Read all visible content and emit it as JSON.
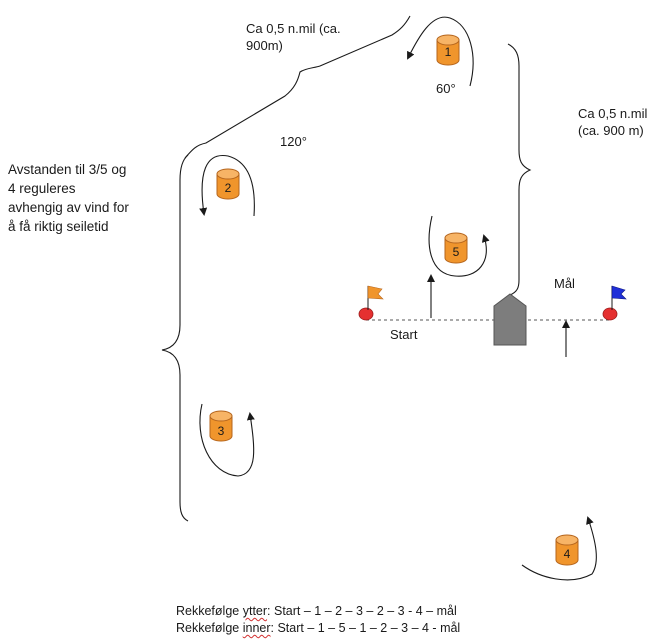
{
  "distances": {
    "leg_1_line1": "Ca 0,5 n.mil (ca.",
    "leg_1_line2": "900m)",
    "leg_1_underlined": "n.mil",
    "leg_right_line1": "Ca 0,5 n.mil",
    "leg_right_line2": "(ca. 900 m)"
  },
  "angles": {
    "mark_1": "60°",
    "mark_2": "120°"
  },
  "note": {
    "line1": "Avstanden til 3/5 og",
    "line2": "4 reguleres",
    "line3": "avhengig av vind for",
    "line4": "å få riktig seiletid"
  },
  "marks": [
    {
      "number": "1"
    },
    {
      "number": "2"
    },
    {
      "number": "3"
    },
    {
      "number": "4"
    },
    {
      "number": "5"
    }
  ],
  "line_labels": {
    "start": "Start",
    "finish": "Mål"
  },
  "sequences": {
    "outer_word": "Rekkefølge",
    "outer_qualifier": "ytter",
    "outer_route": ": Start – 1 – 2 – 3 – 2 – 3 - 4 – mål",
    "inner_word": "Rekkefølge",
    "inner_qualifier": "inner",
    "inner_route": ": Start – 1 – 5 – 1 – 2 – 3 – 4 - mål"
  },
  "colors": {
    "buoy_fill": "#f0952c",
    "buoy_stroke": "#b5651d",
    "start_flag": "#f0952c",
    "finish_flag": "#1f2fd8",
    "pin_buoy": "#e53030",
    "committee_boat": "#7d7d7d"
  },
  "icons": [
    "buoy-icon",
    "orange-flag-icon",
    "blue-flag-icon",
    "committee-boat-icon"
  ]
}
